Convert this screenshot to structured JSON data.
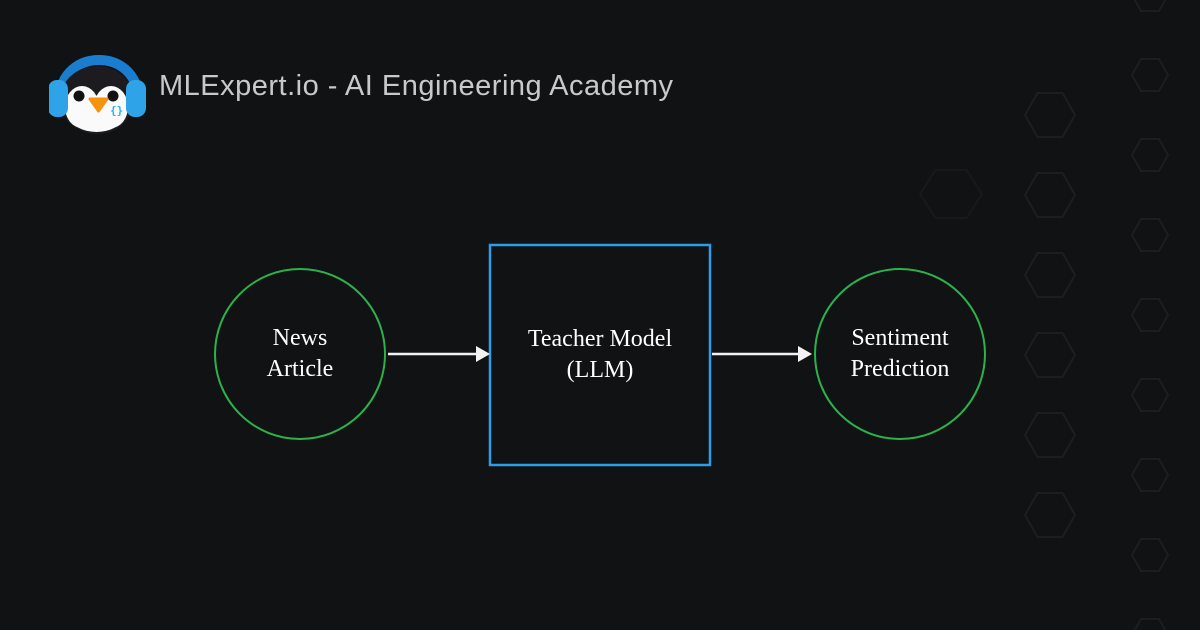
{
  "card": {
    "title": "MLExpert.io - AI Engineering Academy",
    "background_color": "#111214",
    "title_color": "#c9c9c9"
  },
  "logo": {
    "name": "mlexpert-penguin-headphones-logo",
    "code_glyph": "{}",
    "colors": {
      "headband": "#1a7dd0",
      "ear_cups": "#2fa3e8",
      "head": "#1c1c20",
      "face": "#fafafa",
      "eyes": "#121214",
      "beak": "#f5930f",
      "glyph": "#2bb3e8"
    }
  },
  "diagram": {
    "text_color": "#ffffff",
    "edge_color": "#f2f2f2",
    "nodes": [
      {
        "id": "news-article",
        "shape": "circle",
        "lines": [
          "News",
          "Article"
        ],
        "stroke": "#2bb24c"
      },
      {
        "id": "teacher-model",
        "shape": "square",
        "lines": [
          "Teacher Model",
          "(LLM)"
        ],
        "stroke": "#2e9ce6"
      },
      {
        "id": "sentiment-prediction",
        "shape": "circle",
        "lines": [
          "Sentiment",
          "Prediction"
        ],
        "stroke": "#2bb24c"
      }
    ],
    "edges": [
      {
        "from": "news-article",
        "to": "teacher-model"
      },
      {
        "from": "teacher-model",
        "to": "sentiment-prediction"
      }
    ]
  },
  "background_pattern": {
    "shape": "hexagon-outlines",
    "stroke_color": "#ffffff",
    "opacity": 0.045
  }
}
